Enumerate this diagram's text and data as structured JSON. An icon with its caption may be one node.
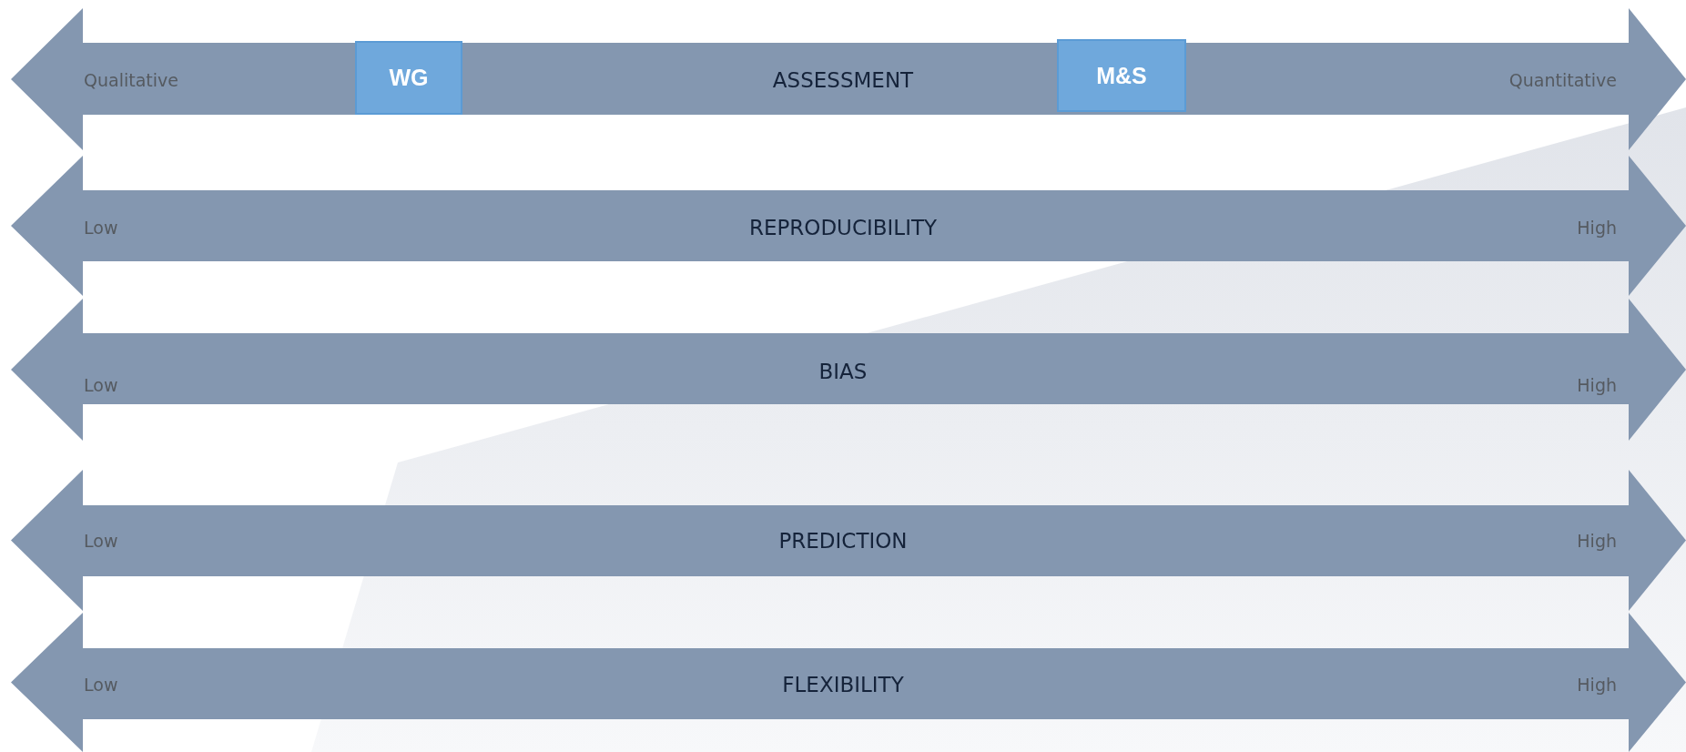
{
  "diagram": {
    "nodes": [
      {
        "text": [
          "Qualitative",
          "ASSESSMENT",
          "Quantitative"
        ]
      },
      {
        "text": [
          "WG"
        ],
        "in": 0
      },
      {
        "text": [
          "M&S"
        ],
        "in": 0
      },
      {
        "text": [
          "Low",
          "REPRODUCIBILITY",
          "High"
        ]
      },
      {
        "text": [
          "Low",
          "BIAS",
          "High"
        ]
      },
      {
        "text": [
          "Low",
          "PREDICTION",
          "High"
        ]
      },
      {
        "text": [
          "Low",
          "FLEXIBILITY",
          "High"
        ]
      }
    ],
    "edges": []
  }
}
